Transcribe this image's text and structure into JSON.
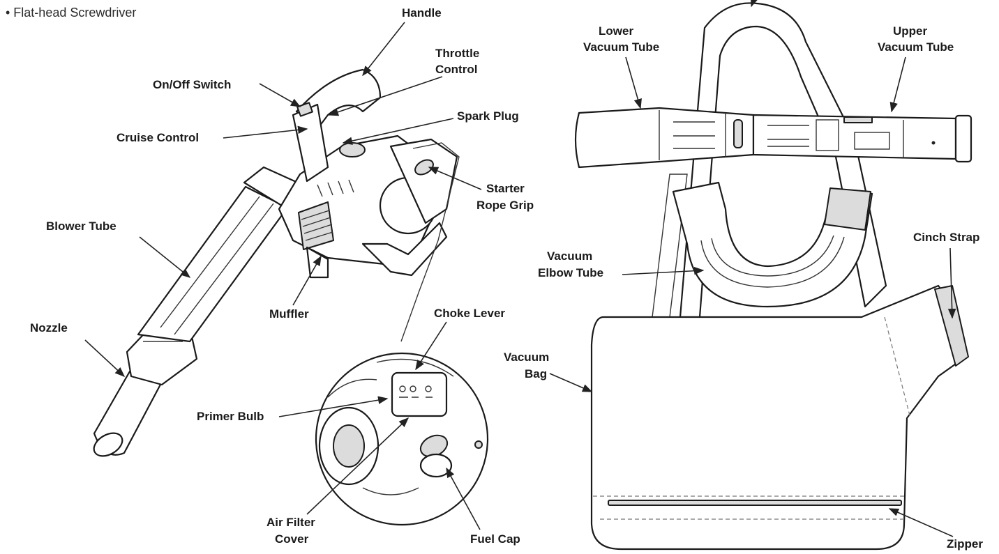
{
  "tools": {
    "screwdriver": "• Flat-head Screwdriver"
  },
  "labels": {
    "handle": "Handle",
    "throttle_1": "Throttle",
    "throttle_2": "Control",
    "onoff": "On/Off Switch",
    "spark_plug": "Spark Plug",
    "cruise": "Cruise Control",
    "starter_1": "Starter",
    "starter_2": "Rope Grip",
    "blower_tube": "Blower Tube",
    "muffler": "Muffler",
    "nozzle": "Nozzle",
    "choke": "Choke Lever",
    "primer": "Primer Bulb",
    "air_filter_1": "Air Filter",
    "air_filter_2": "Cover",
    "fuel_cap": "Fuel Cap",
    "lower_vac_1": "Lower",
    "lower_vac_2": "Vacuum Tube",
    "upper_vac_1": "Upper",
    "upper_vac_2": "Vacuum Tube",
    "cinch": "Cinch Strap",
    "elbow_1": "Vacuum",
    "elbow_2": "Elbow Tube",
    "bag_1": "Vacuum",
    "bag_2": "Bag",
    "zipper": "Zipper"
  }
}
